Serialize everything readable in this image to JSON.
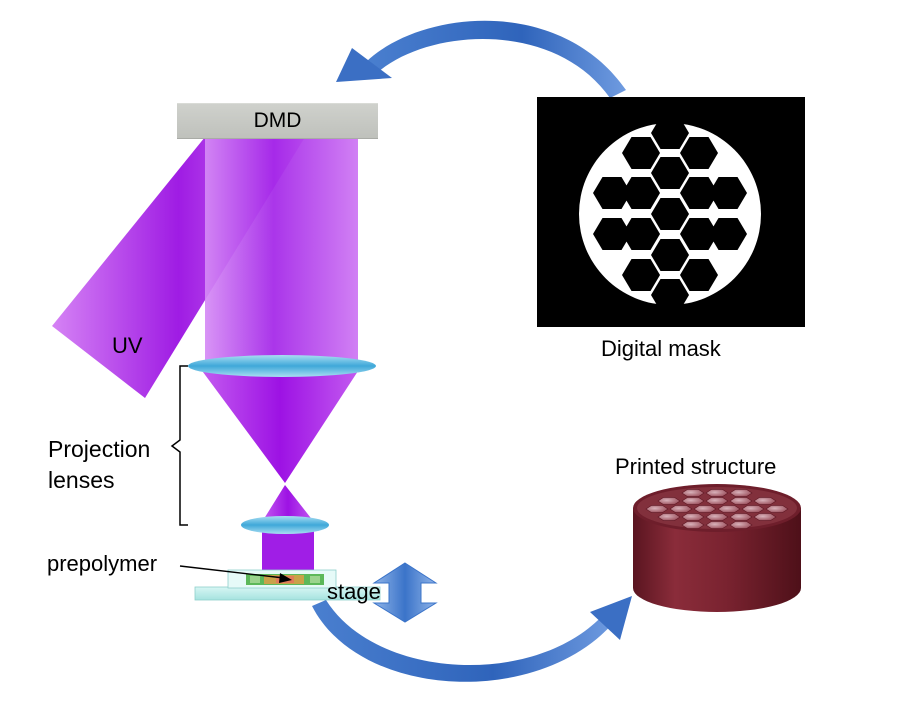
{
  "labels": {
    "dmd": "DMD",
    "uv": "UV",
    "digital_mask": "Digital mask",
    "projection_line1": "Projection",
    "projection_line2": "lenses",
    "prepolymer": "prepolymer",
    "stage": "stage",
    "printed_structure": "Printed structure"
  },
  "colors": {
    "uv_beam": "#a21ee6",
    "lens": "#5ab6e0",
    "arrow": "#3b6fc4",
    "stage": "#b7ece9",
    "printed_structure": "#7a2330",
    "mask_background": "#000000",
    "mask_disk": "#ffffff"
  },
  "icons": {
    "top_arrow": "curved-arrow-icon",
    "bottom_arrow": "curved-arrow-icon",
    "stage_arrow": "double-vertical-arrow-icon"
  }
}
